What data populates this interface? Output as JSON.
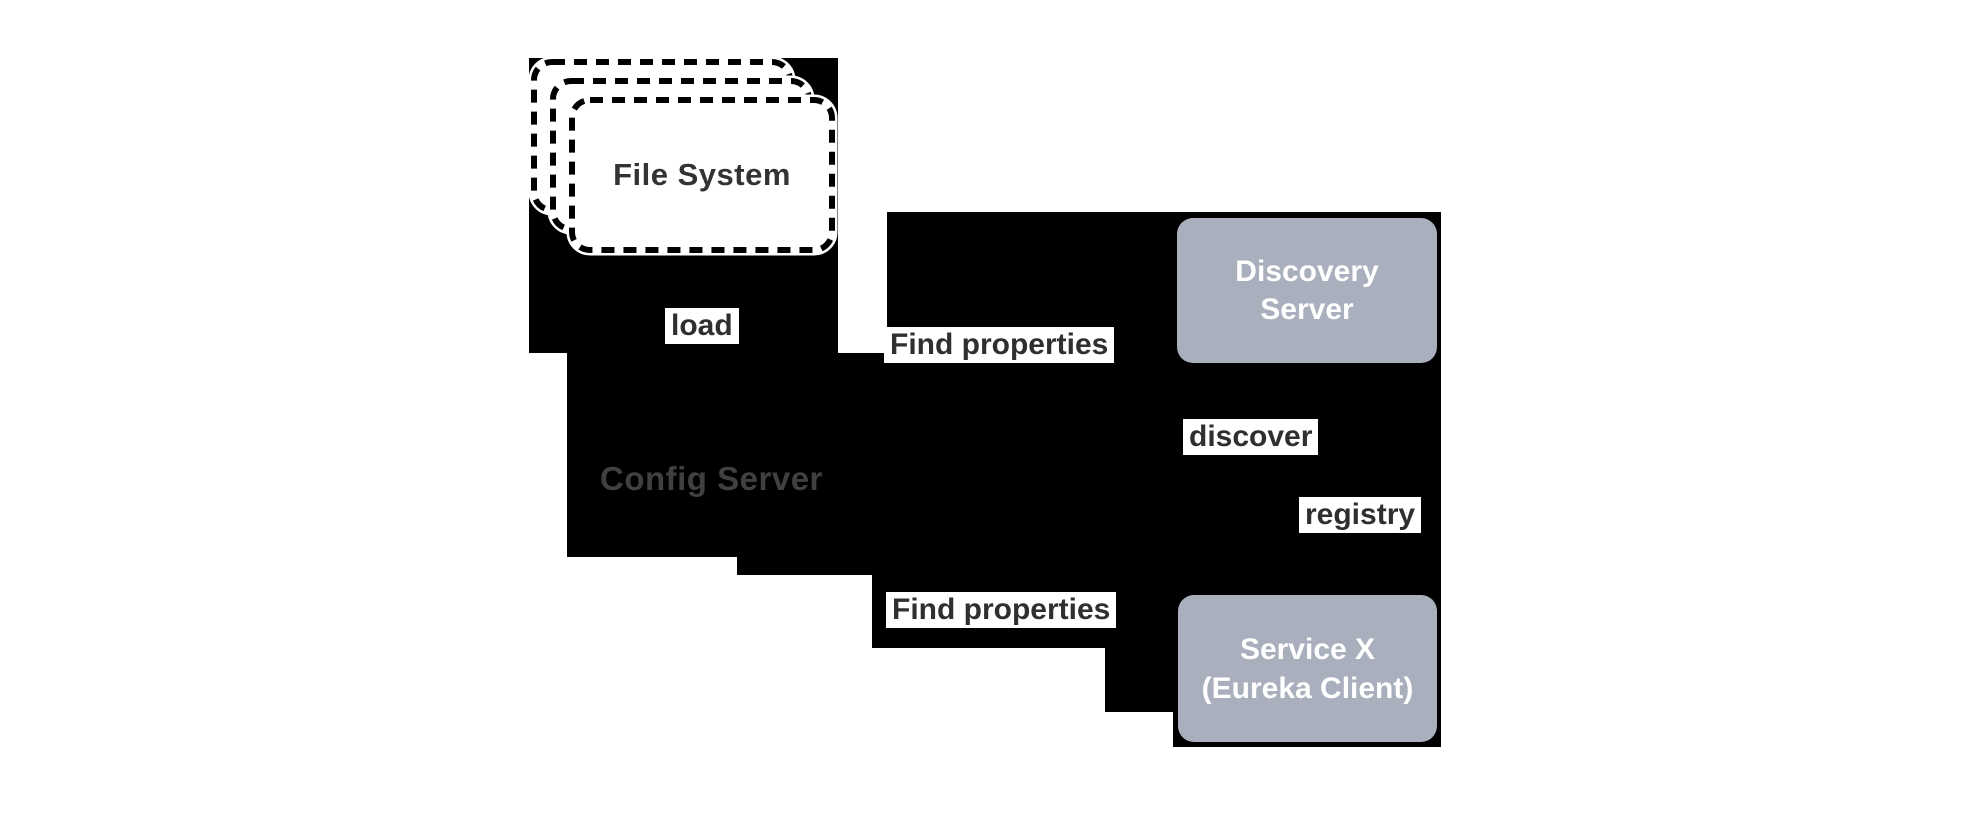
{
  "diagram": {
    "file_system": {
      "label": "File System"
    },
    "config_server": {
      "label": "Config Server"
    },
    "discovery_server": {
      "line1": "Discovery",
      "line2": "Server"
    },
    "service_x": {
      "line1": "Service X",
      "line2": "(Eureka Client)"
    },
    "edges": {
      "load": "load",
      "find_properties_top": "Find properties",
      "discover": "discover",
      "registry": "registry",
      "find_properties_bottom": "Find properties"
    },
    "colors": {
      "background": "#ffffff",
      "region_fill": "#000000",
      "node_fill": "#a9afbd",
      "node_text": "#ffffff",
      "label_background": "#ffffff",
      "label_text": "#2f2f2f",
      "config_server_text": "#404043"
    }
  }
}
